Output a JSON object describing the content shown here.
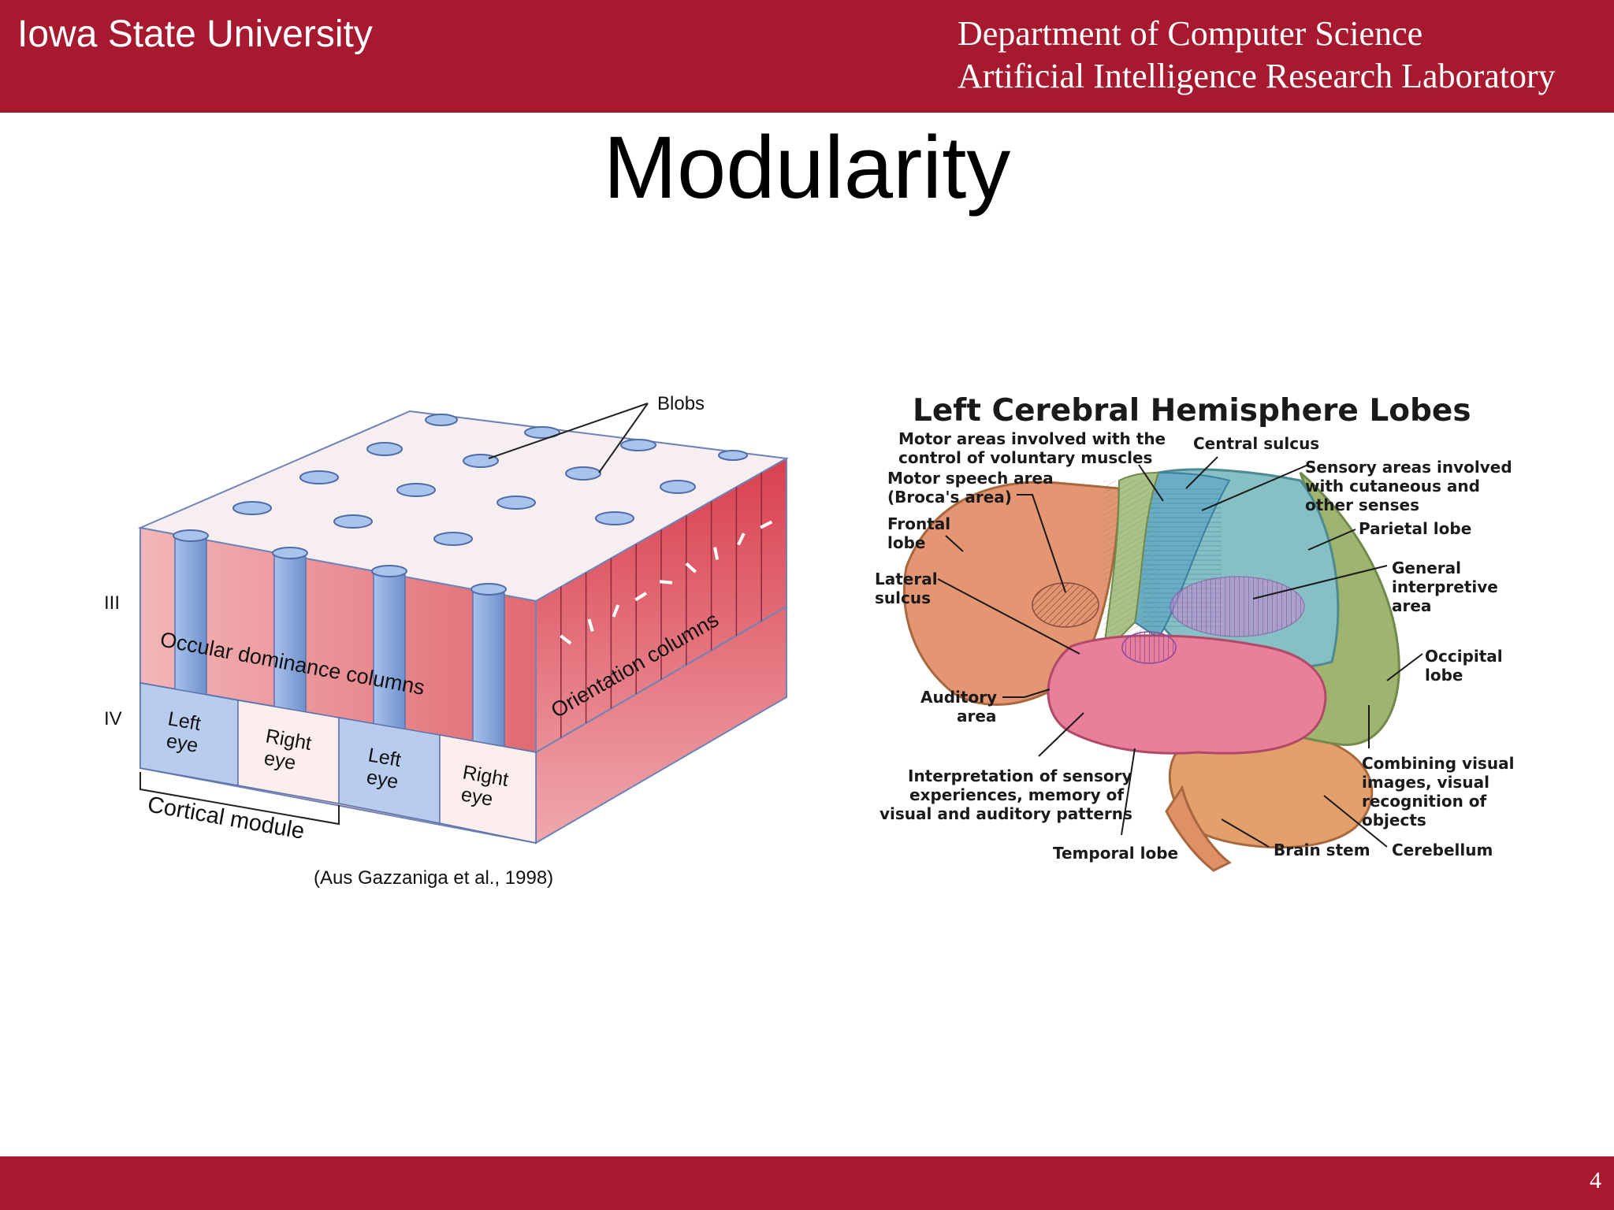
{
  "header": {
    "university": "Iowa State University",
    "department_line1": "Department of Computer Science",
    "department_line2": "Artificial Intelligence Research Laboratory"
  },
  "title": "Modularity",
  "left_figure": {
    "labels": {
      "blobs": "Blobs",
      "layer_iii": "III",
      "layer_iv": "IV",
      "ocular": "Occular dominance columns",
      "orientation": "Orientation columns",
      "left_eye": [
        "Left",
        "eye"
      ],
      "right_eye": [
        "Right",
        "eye"
      ],
      "cortical_module": "Cortical module"
    },
    "citation": "(Aus Gazzaniga et al., 1998)"
  },
  "right_figure": {
    "title": "Left Cerebral Hemisphere Lobes",
    "labels": {
      "motor_areas": [
        "Motor areas involved with the",
        "control of voluntary muscles"
      ],
      "central_sulcus": "Central sulcus",
      "motor_speech": [
        "Motor  speech area",
        "(Broca's area)"
      ],
      "sensory_areas": [
        "Sensory areas involved",
        "with cutaneous and",
        "other senses"
      ],
      "frontal_lobe": [
        "Frontal",
        "lobe"
      ],
      "parietal_lobe": "Parietal lobe",
      "lateral_sulcus": [
        "Lateral",
        "sulcus"
      ],
      "general_interpretive": [
        "General",
        "interpretive",
        "area"
      ],
      "occipital_lobe": [
        "Occipital",
        "lobe"
      ],
      "auditory_area": [
        "Auditory",
        "area"
      ],
      "interpretation": [
        "Interpretation of sensory",
        "experiences, memory of",
        "visual and auditory patterns"
      ],
      "combining_visual": [
        "Combining visual",
        "images, visual",
        "recognition of",
        "objects"
      ],
      "temporal_lobe": "Temporal lobe",
      "brain_stem": "Brain stem",
      "cerebellum": "Cerebellum"
    }
  },
  "footer": {
    "page_number": "4"
  },
  "colors": {
    "brand": "#a6192e",
    "frontal": "#e49572",
    "parietal": "#86c0c4",
    "motor": "#a9c28a",
    "sensory": "#6aaec6",
    "temporal": "#ea7f9b",
    "occipital": "#9eb46f",
    "cerebellum": "#e3a06c",
    "column_red": "#e0505e",
    "column_blue": "#7e9fd4"
  }
}
